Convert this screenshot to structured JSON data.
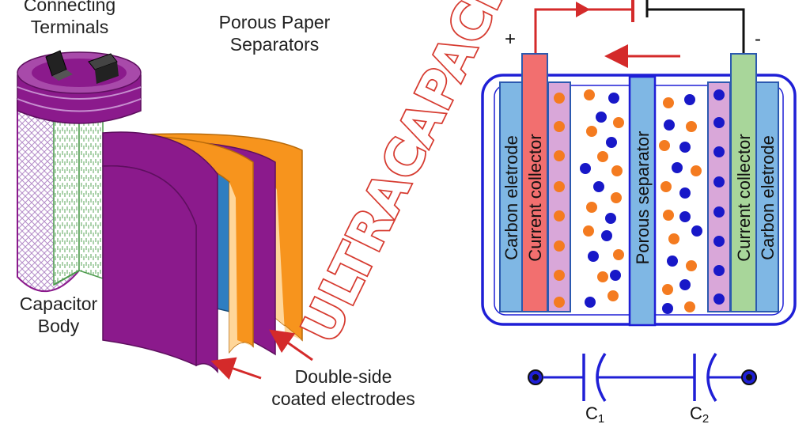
{
  "left_diagram": {
    "connecting_terminals": {
      "line1": "Connecting",
      "line2": "Terminals"
    },
    "porous_paper_separators": {
      "line1": "Porous Paper",
      "line2": "Separators"
    },
    "capacitor_body": {
      "line1": "Capacitor",
      "line2": "Body"
    },
    "double_side_electrodes": {
      "line1": "Double-side",
      "line2": "coated electrodes"
    }
  },
  "right_diagram": {
    "plus_sign": "+",
    "minus_sign": "-",
    "layers": {
      "carbon_electrode_left": "Carbon eletrode",
      "current_collector_left": "Current collector",
      "porous_separator": "Porous separator",
      "current_collector_right": "Current collector",
      "carbon_electrode_right": "Carbon eletrode"
    }
  },
  "circuit": {
    "c1_base": "C",
    "c1_sub": "1",
    "c2_base": "C",
    "c2_sub": "2"
  },
  "watermark": {
    "text": "ULTRACAPACITOR"
  },
  "colors": {
    "purple": "#8b1a8c",
    "orange": "#f7941d",
    "blue_layer": "#2f7ec1",
    "cell_outline": "#1f1fd6",
    "carbon_fill": "#7fb7e4",
    "collector_red": "#f26f6f",
    "collector_green": "#a8d69a",
    "orange_ion": "#f47b20",
    "blue_ion": "#1818c8",
    "watermark_red": "#d63a2f",
    "arrow_red": "#d42a2a"
  }
}
